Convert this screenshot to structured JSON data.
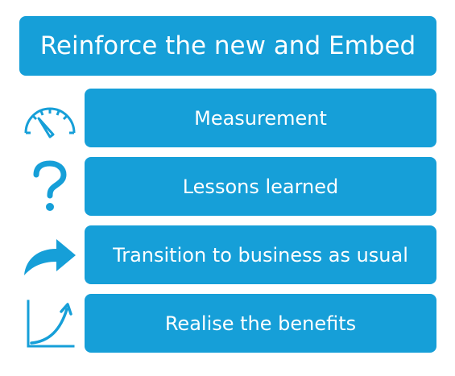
{
  "title": "Reinforce the new and Embed",
  "steps": [
    {
      "label": "Measurement",
      "icon": "speedometer-icon"
    },
    {
      "label": "Lessons learned",
      "icon": "question-mark-icon"
    },
    {
      "label": "Transition to business as usual",
      "icon": "curved-arrow-right-icon"
    },
    {
      "label": "Realise the benefits",
      "icon": "growth-chart-icon"
    }
  ],
  "colors": {
    "box_fill": "#169fd8",
    "box_text": "#ffffff",
    "icon": "#169fd8",
    "background": "#ffffff"
  }
}
